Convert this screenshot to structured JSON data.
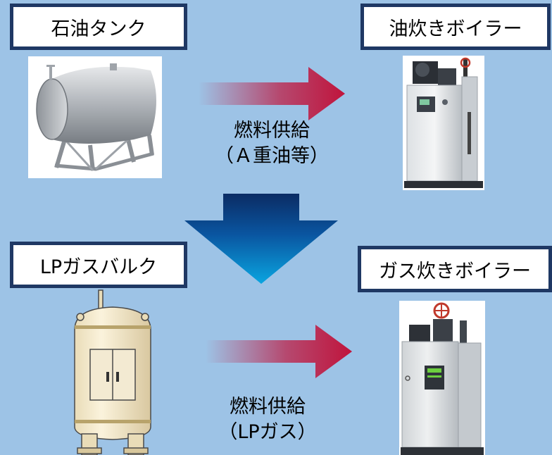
{
  "labels": {
    "oil_tank": "石油タンク",
    "oil_boiler": "油炊きボイラー",
    "lp_bulk": "LPガスバルク",
    "gas_boiler": "ガス炊きボイラー"
  },
  "captions": {
    "top": {
      "line1": "燃料供給",
      "line2": "（Ａ重油等）"
    },
    "bottom": {
      "line1": "燃料供給",
      "line2": "（LPガス）"
    }
  },
  "colors": {
    "background": "#9dc3e6",
    "label_border": "#1f3864",
    "supply_arrow": "#c0143c",
    "transition_arrow_top": "#0b2c64",
    "transition_arrow_bottom": "#0aa5e0"
  },
  "icons": {
    "oil_tank": "oil-tank-icon",
    "oil_boiler": "oil-boiler-icon",
    "lp_bulk": "lp-gas-bulk-tank-icon",
    "gas_boiler": "gas-boiler-icon",
    "supply_arrow": "arrow-right-icon",
    "transition_arrow": "arrow-down-icon"
  }
}
